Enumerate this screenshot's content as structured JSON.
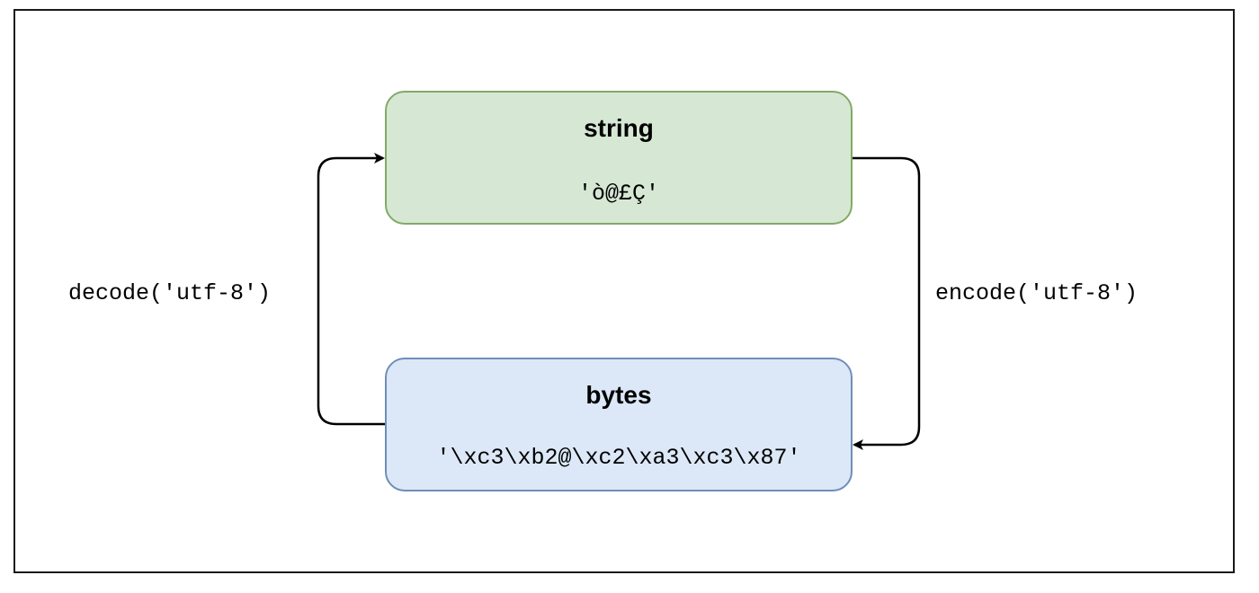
{
  "diagram": {
    "nodes": [
      {
        "title": "string",
        "value": "'ò@£Ç'",
        "fill": "#d6e8d4",
        "stroke": "#83a967"
      },
      {
        "title": "bytes",
        "value": "'\\xc3\\xb2@\\xc2\\xa3\\xc3\\x87'",
        "fill": "#dce8f7",
        "stroke": "#6f8eb8"
      }
    ],
    "edges": [
      {
        "label": "encode('utf-8')",
        "from": "string",
        "to": "bytes"
      },
      {
        "label": "decode('utf-8')",
        "from": "bytes",
        "to": "string"
      }
    ]
  }
}
